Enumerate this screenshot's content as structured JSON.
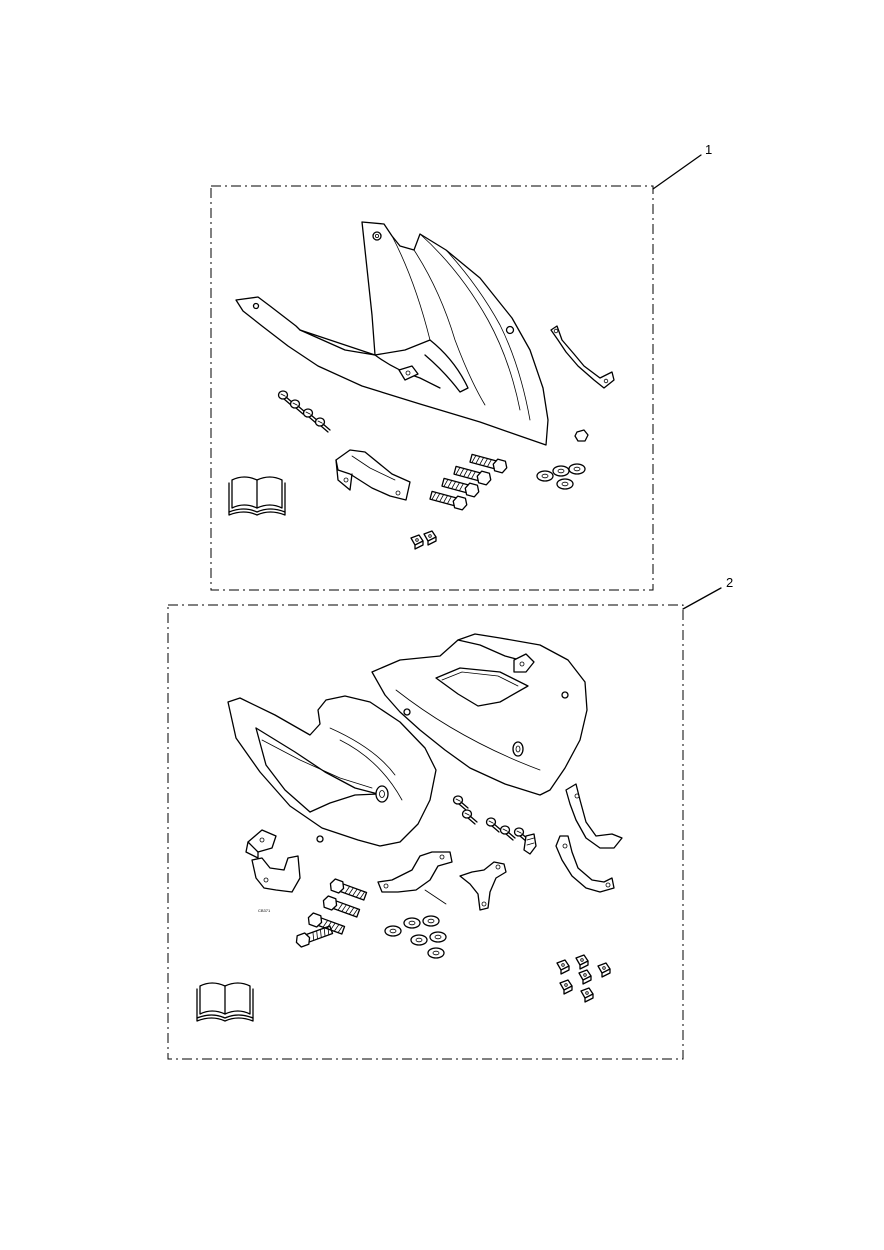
{
  "callouts": [
    {
      "id": "kit-1",
      "label": "1"
    },
    {
      "id": "kit-2",
      "label": "2"
    }
  ],
  "reference_code": "CB371",
  "icons": [
    "manual-book-icon",
    "manual-book-icon"
  ]
}
